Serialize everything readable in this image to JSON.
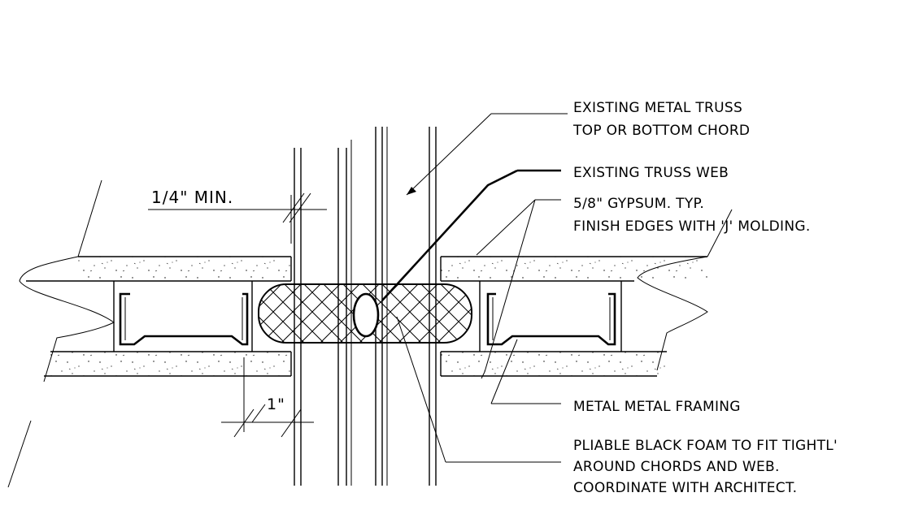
{
  "notes": {
    "truss_chord_1": "EXISTING METAL TRUSS",
    "truss_chord_2": "TOP OR BOTTOM CHORD",
    "truss_web": "EXISTING TRUSS WEB",
    "gypsum_1": "5/8\" GYPSUM. TYP.",
    "gypsum_2": "FINISH EDGES WITH 'J' MOLDING.",
    "framing": "METAL METAL FRAMING",
    "foam_1": "PLIABLE BLACK FOAM TO FIT TIGHTL'",
    "foam_2": "AROUND CHORDS AND WEB.",
    "foam_3": "COORDINATE WITH ARCHITECT."
  },
  "dimensions": {
    "min_gap": "1/4\"  MIN.",
    "overlap": "1\""
  },
  "colors": {
    "line": "#000000",
    "background": "#ffffff"
  }
}
